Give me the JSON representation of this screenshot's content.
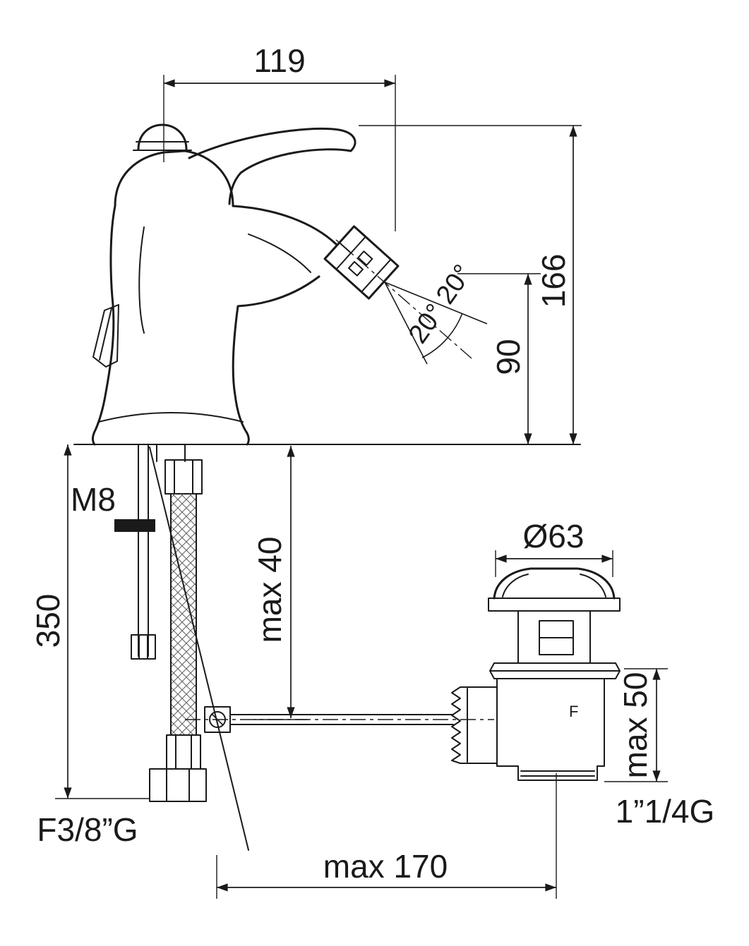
{
  "drawing": {
    "type": "technical-dimension-drawing",
    "subject": "bidet mixer tap with swivel spray aerator and pop-up waste"
  },
  "style": {
    "line_color": "#1a1a1a",
    "background": "#ffffff"
  },
  "labels": {
    "dim_width_top": "119",
    "dim_height_total": "166",
    "dim_spout_height": "90",
    "dim_spray_angles": "20° 20°",
    "dim_stud_thread": "M8",
    "dim_hose_length": "350",
    "dim_deck_max": "max 40",
    "dim_waste_diameter": "Ø63",
    "dim_waste_height_max": "max 50",
    "dim_waste_thread": "1”1/4G",
    "dim_hose_thread": "F3/8”G",
    "dim_rod_max": "max 170",
    "mark_waste_body": "F"
  }
}
